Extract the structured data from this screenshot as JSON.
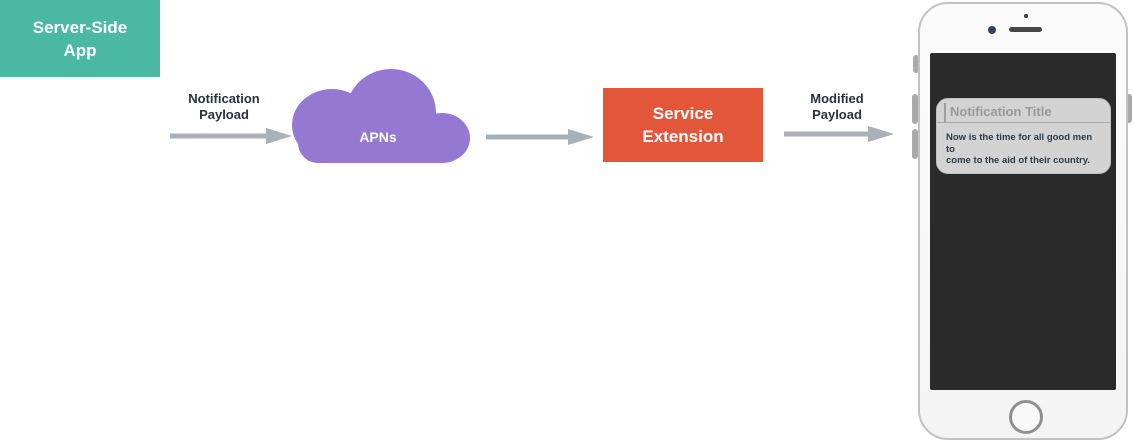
{
  "diagram": {
    "server_box": {
      "label": "Server-Side\nApp",
      "color": "#4BB8A3"
    },
    "arrow1": {
      "label": "Notification\nPayload"
    },
    "cloud": {
      "label": "APNs",
      "color": "#9478D2"
    },
    "service_box": {
      "label": "Service\nExtension",
      "color": "#E2573A"
    },
    "arrow3": {
      "label": "Modified\nPayload"
    },
    "arrow_color": "#A9B0B7",
    "arrow_label_color": "#263340"
  },
  "phone": {
    "screen_color": "#2A2A2A",
    "notification": {
      "title": "Notification Title",
      "title_color": "#999999",
      "body": "Now is the time for all good men to\ncome to the aid of their country.",
      "body_color": "#2B3A4A",
      "card_color": "#D3D3D3"
    }
  }
}
